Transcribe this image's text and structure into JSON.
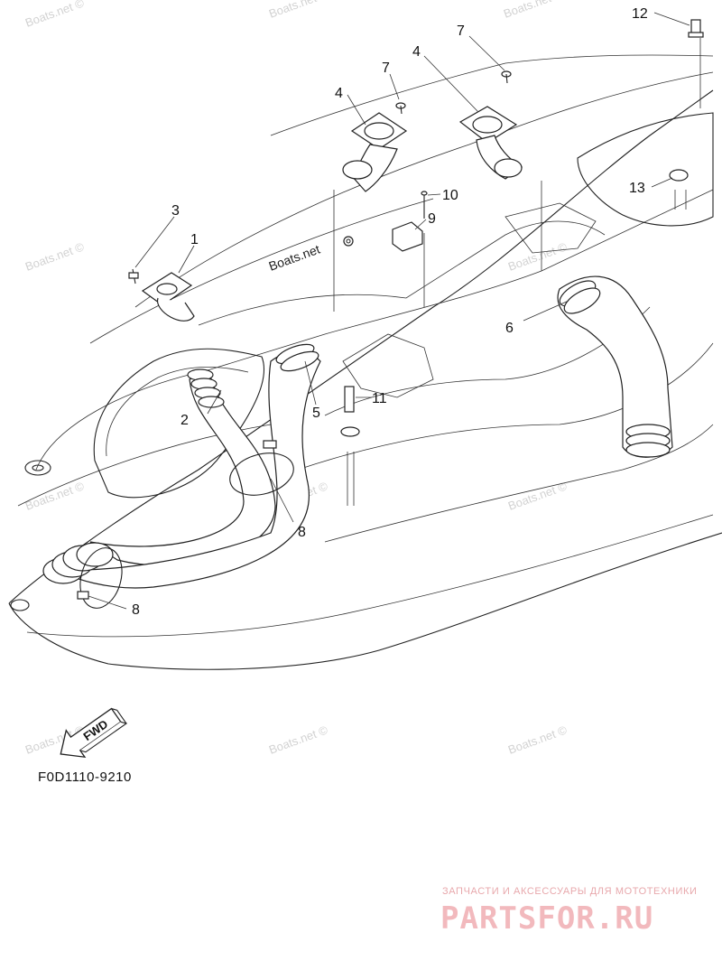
{
  "callouts": [
    {
      "id": "c1",
      "label": "1"
    },
    {
      "id": "c2",
      "label": "2"
    },
    {
      "id": "c3",
      "label": "3"
    },
    {
      "id": "c4a",
      "label": "4"
    },
    {
      "id": "c4b",
      "label": "4"
    },
    {
      "id": "c5",
      "label": "5"
    },
    {
      "id": "c6",
      "label": "6"
    },
    {
      "id": "c7a",
      "label": "7"
    },
    {
      "id": "c7b",
      "label": "7"
    },
    {
      "id": "c8a",
      "label": "8"
    },
    {
      "id": "c8b",
      "label": "8"
    },
    {
      "id": "c9",
      "label": "9"
    },
    {
      "id": "c10",
      "label": "10"
    },
    {
      "id": "c11",
      "label": "11"
    },
    {
      "id": "c12",
      "label": "12"
    },
    {
      "id": "c13",
      "label": "13"
    }
  ],
  "watermark": "Boats.net ©",
  "watermark_center": "Boats.net",
  "fwd_label": "FWD",
  "figure_code": "F0D1110-9210",
  "brand": {
    "tagline": "ЗАПЧАСТИ И АКСЕССУАРЫ ДЛЯ МОТОТЕХНИКИ",
    "name": "PARTSFOR.RU"
  }
}
